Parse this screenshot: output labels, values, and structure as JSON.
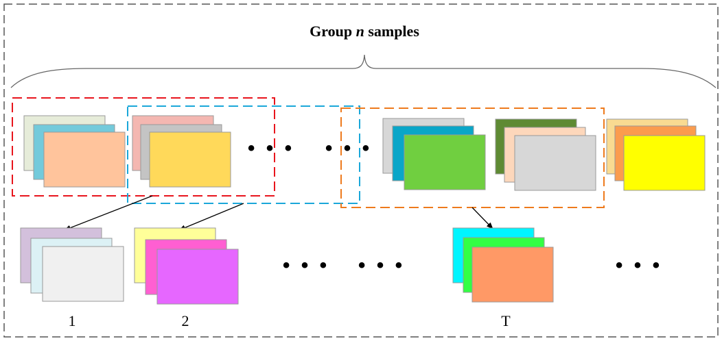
{
  "title": {
    "prefix": "Group ",
    "variable": "n",
    "suffix": " samples"
  },
  "ellipsis": "• • •",
  "output_labels": {
    "first": "1",
    "second": "2",
    "last": "T"
  },
  "colors": {
    "window_red": "#e8141c",
    "window_blue": "#1aa7d9",
    "window_orange": "#ee7a1c",
    "frame": "#555555"
  },
  "stacks": {
    "input_1": [
      "#e6ecd9",
      "#73cadb",
      "#ffc49c"
    ],
    "input_2": [
      "#f4b7b1",
      "#c4c4c4",
      "#ffd95a"
    ],
    "input_3": [
      "#d7d7d7",
      "#0aa6c8",
      "#70cf40"
    ],
    "input_4": [
      "#5e8a33",
      "#fdd7bb",
      "#d7d7d7"
    ],
    "input_5": [
      "#f9db91",
      "#fb9c4e",
      "#ffff00"
    ],
    "output_1": [
      "#d3c0dc",
      "#dcf1f5",
      "#f0f0f0"
    ],
    "output_2": [
      "#ffff99",
      "#ff5fd2",
      "#e667ff"
    ],
    "output_T": [
      "#00f5ff",
      "#33ff44",
      "#ff9966"
    ]
  }
}
